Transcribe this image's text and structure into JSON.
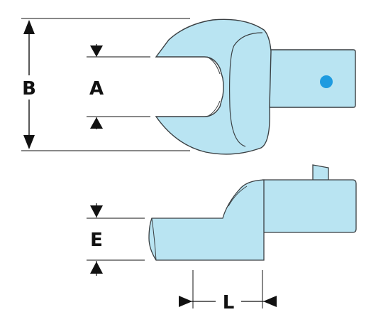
{
  "labels": {
    "a": "A",
    "b": "B",
    "e": "E",
    "l": "L"
  },
  "colors": {
    "part_fill": "#b9e4f2",
    "part_stroke": "#3a3f42",
    "dimension_lines": "#111111",
    "dot": "#1e9be0"
  }
}
